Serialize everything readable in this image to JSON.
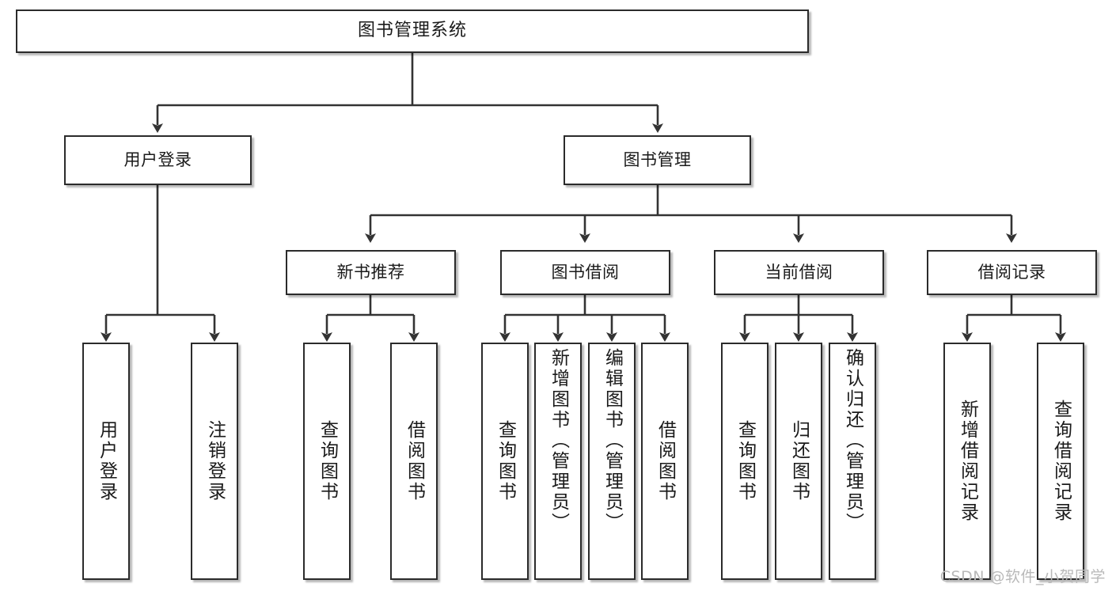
{
  "diagram": {
    "title": "图书管理系统",
    "watermark": "CSDN @软件_小贺同学",
    "colors": {
      "background": "#ffffff",
      "node_fill": "#ffffff",
      "node_border": "#2b2b2b",
      "connector": "#333333",
      "text": "#1a1a1a",
      "watermark": "#b9b9b9"
    },
    "levels": {
      "level1": [
        {
          "id": "root",
          "label": "图书管理系统"
        }
      ],
      "level2": [
        {
          "id": "user-login",
          "label": "用户登录"
        },
        {
          "id": "book-manage",
          "label": "图书管理"
        }
      ],
      "level3": [
        {
          "id": "new-book-rec",
          "label": "新书推荐"
        },
        {
          "id": "book-borrow",
          "label": "图书借阅"
        },
        {
          "id": "current-borrow",
          "label": "当前借阅"
        },
        {
          "id": "borrow-record",
          "label": "借阅记录"
        }
      ],
      "level4": {
        "user_login_children": [
          {
            "id": "leaf-user-login",
            "label": "用户登录"
          },
          {
            "id": "leaf-logout",
            "label": "注销登录"
          }
        ],
        "new_book_rec_children": [
          {
            "id": "leaf-query-book-1",
            "label": "查询图书"
          },
          {
            "id": "leaf-borrow-book-1",
            "label": "借阅图书"
          }
        ],
        "book_borrow_children": [
          {
            "id": "leaf-query-book-2",
            "label": "查询图书"
          },
          {
            "id": "leaf-add-book",
            "label": "新增图书（管理员）"
          },
          {
            "id": "leaf-edit-book",
            "label": "编辑图书（管理员）"
          },
          {
            "id": "leaf-borrow-book-2",
            "label": "借阅图书"
          }
        ],
        "current_borrow_children": [
          {
            "id": "leaf-query-book-3",
            "label": "查询图书"
          },
          {
            "id": "leaf-return-book",
            "label": "归还图书"
          },
          {
            "id": "leaf-confirm-return",
            "label": "确认归还（管理员）"
          }
        ],
        "borrow_record_children": [
          {
            "id": "leaf-add-record",
            "label": "新增借阅记录"
          },
          {
            "id": "leaf-query-record",
            "label": "查询借阅记录"
          }
        ]
      }
    }
  }
}
